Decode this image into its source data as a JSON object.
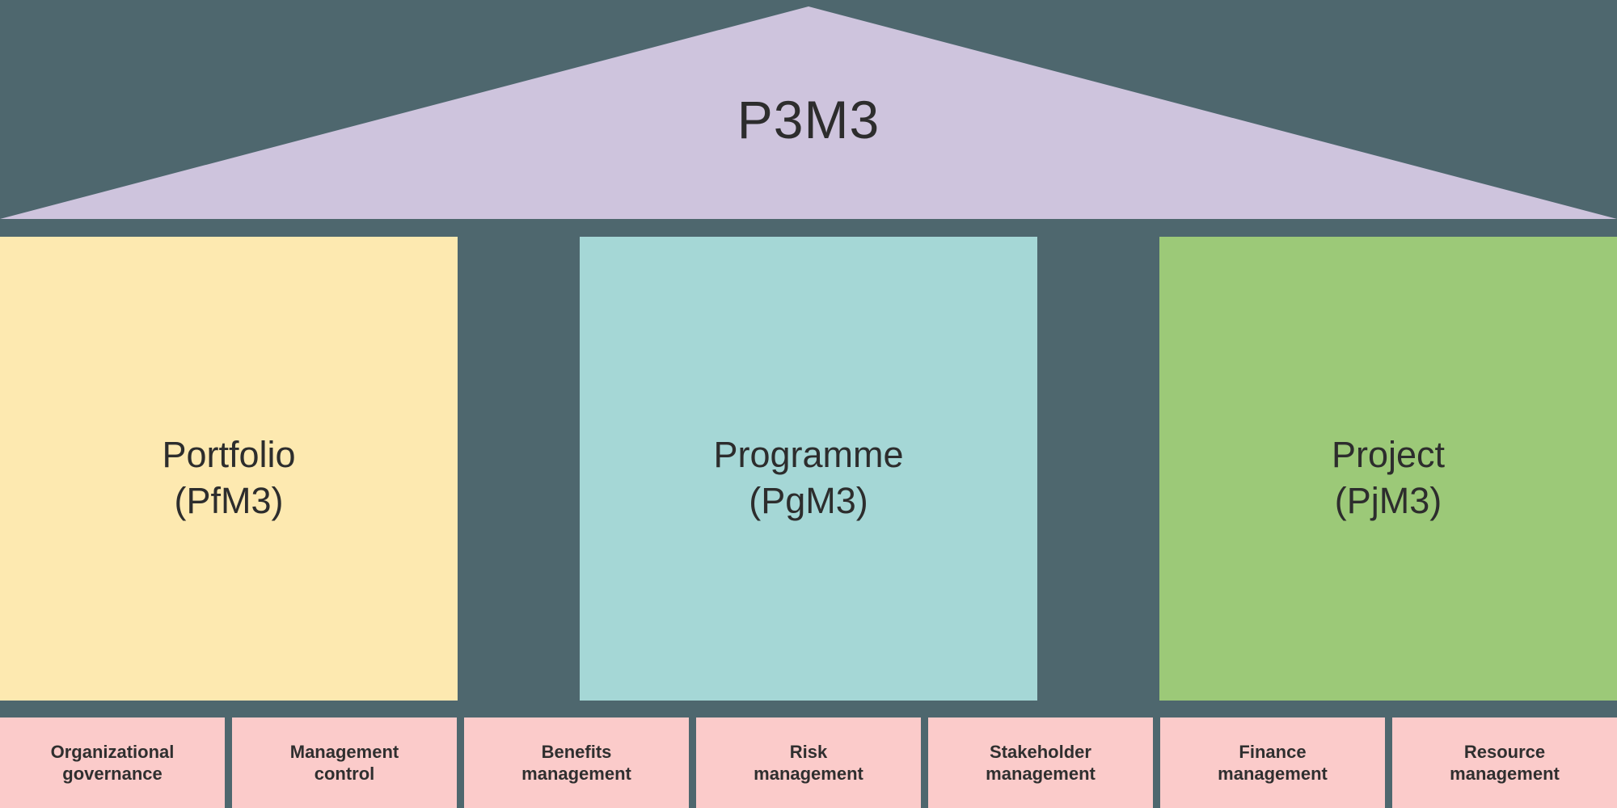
{
  "colors": {
    "background": "#4e676e",
    "roof": "#cec4dd",
    "portfolio": "#fde9b0",
    "programme": "#a5d7d6",
    "project": "#9cc978",
    "foundation": "#fbcbca",
    "text": "#2d2d2d"
  },
  "roof": {
    "title": "P3M3"
  },
  "pillars": [
    {
      "id": "portfolio",
      "name": "Portfolio",
      "abbreviation": "(PfM3)"
    },
    {
      "id": "programme",
      "name": "Programme",
      "abbreviation": "(PgM3)"
    },
    {
      "id": "project",
      "name": "Project",
      "abbreviation": "(PjM3)"
    }
  ],
  "foundations": [
    {
      "line1": "Organizational",
      "line2": "governance"
    },
    {
      "line1": "Management",
      "line2": "control"
    },
    {
      "line1": "Benefits",
      "line2": "management"
    },
    {
      "line1": "Risk",
      "line2": "management"
    },
    {
      "line1": "Stakeholder",
      "line2": "management"
    },
    {
      "line1": "Finance",
      "line2": "management"
    },
    {
      "line1": "Resource",
      "line2": "management"
    }
  ]
}
